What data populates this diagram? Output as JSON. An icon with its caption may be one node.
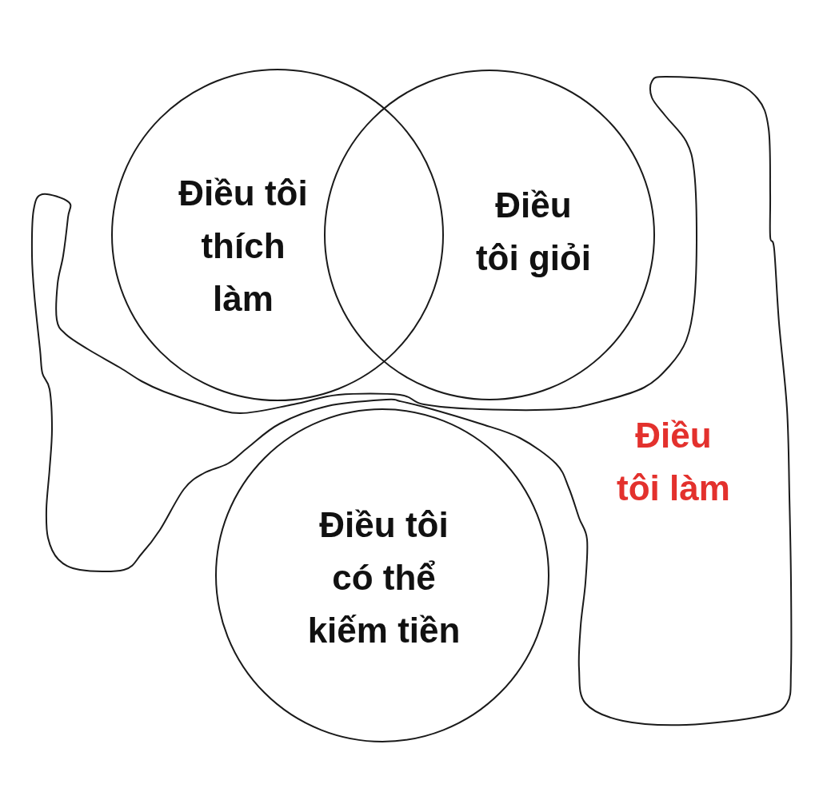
{
  "diagram": {
    "nodes": [
      {
        "text": [
          "Điều tôi thích làm"
        ]
      },
      {
        "text": [
          "Điều tôi giỏi"
        ]
      },
      {
        "text": [
          "Điều tôi làm"
        ]
      },
      {
        "text": [
          "Điều tôi có thể kiếm tiền"
        ]
      }
    ]
  }
}
